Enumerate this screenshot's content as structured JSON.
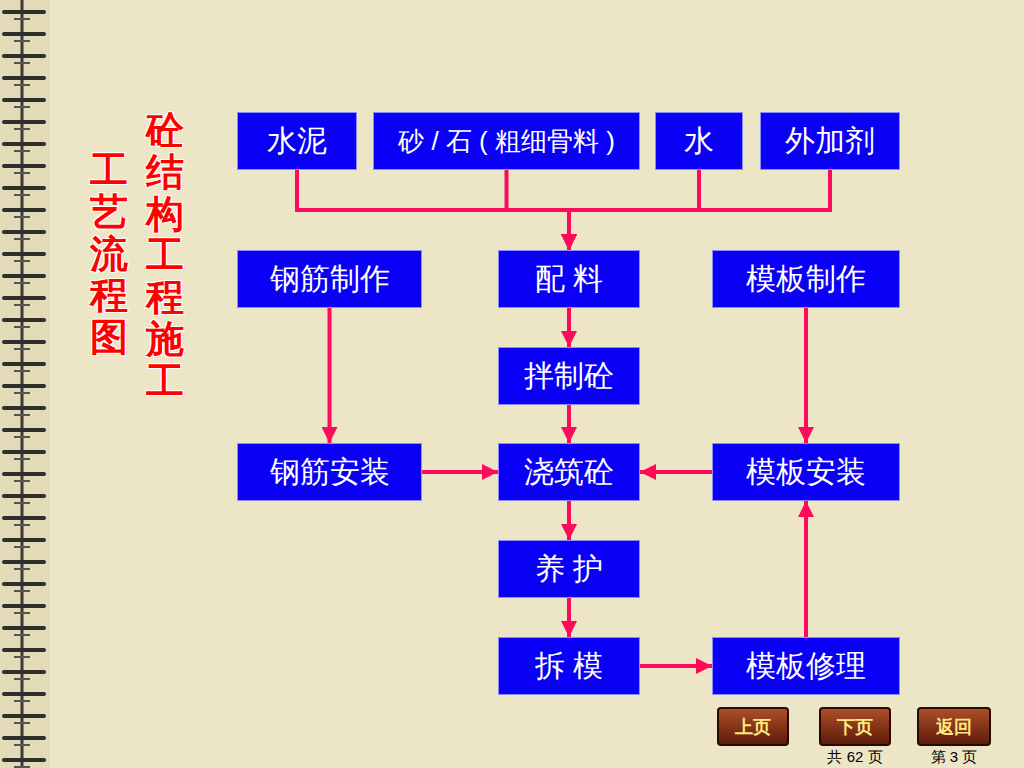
{
  "diagram": {
    "title": "砼结构工程施工",
    "nodes": [
      {
        "text": [
          "水泥"
        ]
      },
      {
        "text": [
          "砂 / 石 ( 粗细骨料 )"
        ]
      },
      {
        "text": [
          "水"
        ]
      },
      {
        "text": [
          "外加剂"
        ]
      },
      {
        "text": [
          "钢筋制作"
        ]
      },
      {
        "text": [
          "配 料"
        ]
      },
      {
        "text": [
          "模板制作"
        ]
      },
      {
        "text": [
          "拌制砼"
        ]
      },
      {
        "text": [
          "钢筋安装"
        ]
      },
      {
        "text": [
          "浇筑砼"
        ]
      },
      {
        "text": [
          "模板安装"
        ]
      },
      {
        "text": [
          "养 护"
        ]
      },
      {
        "text": [
          "拆 模"
        ]
      },
      {
        "text": [
          "模板修理"
        ]
      }
    ],
    "edges": [
      {
        "from": 0,
        "to": 5,
        "arrow": "to"
      },
      {
        "from": 1,
        "to": 5,
        "arrow": "to"
      },
      {
        "from": 2,
        "to": 5,
        "arrow": "to"
      },
      {
        "from": 3,
        "to": 5,
        "arrow": "to"
      },
      {
        "from": 4,
        "to": 8,
        "arrow": "to"
      },
      {
        "from": 5,
        "to": 7,
        "arrow": "to"
      },
      {
        "from": 6,
        "to": 10,
        "arrow": "to"
      },
      {
        "from": 7,
        "to": 9,
        "arrow": "to"
      },
      {
        "from": 8,
        "to": 9,
        "arrow": "to"
      },
      {
        "from": 10,
        "to": 9,
        "arrow": "to"
      },
      {
        "from": 9,
        "to": 11,
        "arrow": "to"
      },
      {
        "from": 11,
        "to": 12,
        "arrow": "to"
      },
      {
        "from": 12,
        "to": 13,
        "arrow": "to"
      },
      {
        "from": 13,
        "to": 10,
        "arrow": "to"
      }
    ],
    "labels": [
      "工艺流程图",
      "上页",
      "下页",
      "返回",
      "共 62 页",
      "第 3 页"
    ]
  }
}
